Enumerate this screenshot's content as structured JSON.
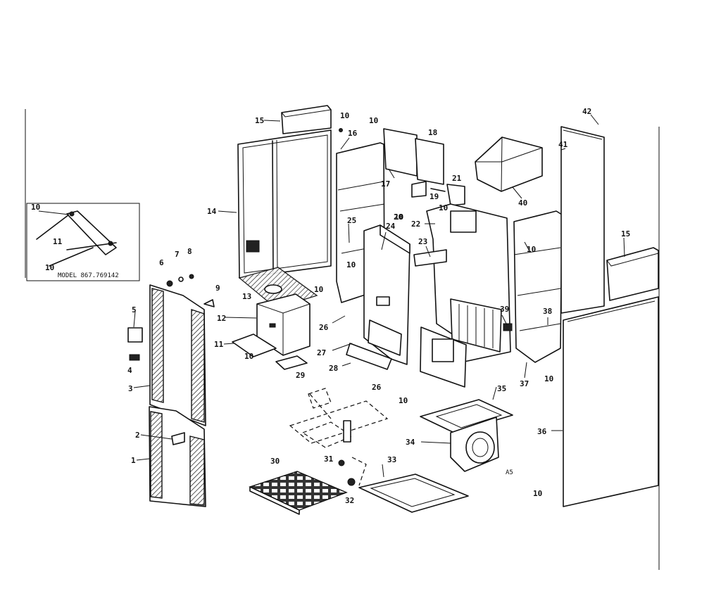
{
  "model_label": "MODEL 867.769142",
  "code_label": "A5",
  "callouts": [
    {
      "id": "c1",
      "text": "1"
    },
    {
      "id": "c2",
      "text": "2"
    },
    {
      "id": "c3",
      "text": "3"
    },
    {
      "id": "c4",
      "text": "4"
    },
    {
      "id": "c5",
      "text": "5"
    },
    {
      "id": "c6",
      "text": "6"
    },
    {
      "id": "c7",
      "text": "7"
    },
    {
      "id": "c8",
      "text": "8"
    },
    {
      "id": "c9",
      "text": "9"
    },
    {
      "id": "c10a",
      "text": "10"
    },
    {
      "id": "c10b",
      "text": "10"
    },
    {
      "id": "c10c",
      "text": "10"
    },
    {
      "id": "c10d",
      "text": "10"
    },
    {
      "id": "c10e",
      "text": "10"
    },
    {
      "id": "c10f",
      "text": "10"
    },
    {
      "id": "c10g",
      "text": "10"
    },
    {
      "id": "c10h",
      "text": "10"
    },
    {
      "id": "c10i",
      "text": "10"
    },
    {
      "id": "c10j",
      "text": "10"
    },
    {
      "id": "c10k",
      "text": "10"
    },
    {
      "id": "c10l",
      "text": "10"
    },
    {
      "id": "c10m",
      "text": "10"
    },
    {
      "id": "c11a",
      "text": "11"
    },
    {
      "id": "c11b",
      "text": "11"
    },
    {
      "id": "c12",
      "text": "12"
    },
    {
      "id": "c13",
      "text": "13"
    },
    {
      "id": "c14",
      "text": "14"
    },
    {
      "id": "c15a",
      "text": "15"
    },
    {
      "id": "c15b",
      "text": "15"
    },
    {
      "id": "c16",
      "text": "16"
    },
    {
      "id": "c17",
      "text": "17"
    },
    {
      "id": "c18",
      "text": "18"
    },
    {
      "id": "c19",
      "text": "19"
    },
    {
      "id": "c20",
      "text": "20"
    },
    {
      "id": "c21",
      "text": "21"
    },
    {
      "id": "c22",
      "text": "22"
    },
    {
      "id": "c23",
      "text": "23"
    },
    {
      "id": "c24",
      "text": "24"
    },
    {
      "id": "c25",
      "text": "25"
    },
    {
      "id": "c26a",
      "text": "26"
    },
    {
      "id": "c26b",
      "text": "26"
    },
    {
      "id": "c27",
      "text": "27"
    },
    {
      "id": "c28",
      "text": "28"
    },
    {
      "id": "c29",
      "text": "29"
    },
    {
      "id": "c30",
      "text": "30"
    },
    {
      "id": "c31",
      "text": "31"
    },
    {
      "id": "c32",
      "text": "32"
    },
    {
      "id": "c33",
      "text": "33"
    },
    {
      "id": "c34",
      "text": "34"
    },
    {
      "id": "c35",
      "text": "35"
    },
    {
      "id": "c36",
      "text": "36"
    },
    {
      "id": "c37",
      "text": "37"
    },
    {
      "id": "c38",
      "text": "38"
    },
    {
      "id": "c39",
      "text": "39"
    },
    {
      "id": "c40",
      "text": "40"
    },
    {
      "id": "c41",
      "text": "41"
    },
    {
      "id": "c42",
      "text": "42"
    }
  ]
}
